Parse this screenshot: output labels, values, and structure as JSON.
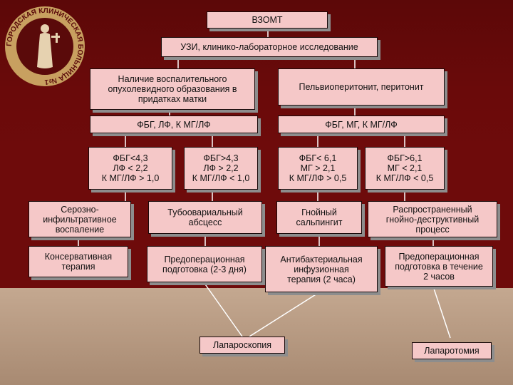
{
  "logo": {
    "ring_text": "ГОРОДСКАЯ КЛИНИЧЕСКАЯ БОЛЬНИЦА №1",
    "colors": {
      "ring": "#c8a060",
      "inner": "#5a0a0a",
      "figure": "#e6d2b0"
    }
  },
  "colors": {
    "node_fill": "#f5c8c8",
    "node_border": "#1a0a0a",
    "shadow": "#8d8d8d",
    "background": "#6e0b0b",
    "line": "#ffffff"
  },
  "nodes": {
    "root": "ВЗОМТ",
    "exam": "УЗИ, клинико-лабораторное исследование",
    "left_branch": "Наличие воспалительного\nопухолевидного образования  в\nпридатках матки",
    "right_branch": "Пельвиоперитонит, перитонит",
    "left_markers": "ФБГ, ЛФ, К МГ/ЛФ",
    "right_markers": "ФБГ, МГ, К МГ/ЛФ",
    "crit_1": "ФБГ<4,3\nЛФ < 2,2\nК МГ/ЛФ > 1,0",
    "crit_2": "ФБГ>4,3\nЛФ > 2,2\nК МГ/ЛФ < 1,0",
    "crit_3": "ФБГ< 6,1\nМГ > 2,1\nК МГ/ЛФ > 0,5",
    "crit_4": "ФБГ>6,1\nМГ < 2,1\nК МГ/ЛФ < 0,5",
    "dx_1": "Серозно-\nинфильтративное\nвоспаление",
    "dx_2": "Тубоовариальный\nабсцесс",
    "dx_3": "Гнойный\nсальпингит",
    "dx_4": "Распространенный\nгнойно-деструктивный\nпроцесс",
    "tx_1": "Консервативная\nтерапия",
    "tx_2": "Предоперационная\nподготовка (2-3 дня)",
    "tx_3": "Антибактериальная\nинфузионная\nтерапия (2 часа)",
    "tx_4": "Предоперационная\nподготовка в течение\n2 часов",
    "laparoscopy": "Лапароскопия",
    "laparotomy": "Лапаротомия"
  }
}
